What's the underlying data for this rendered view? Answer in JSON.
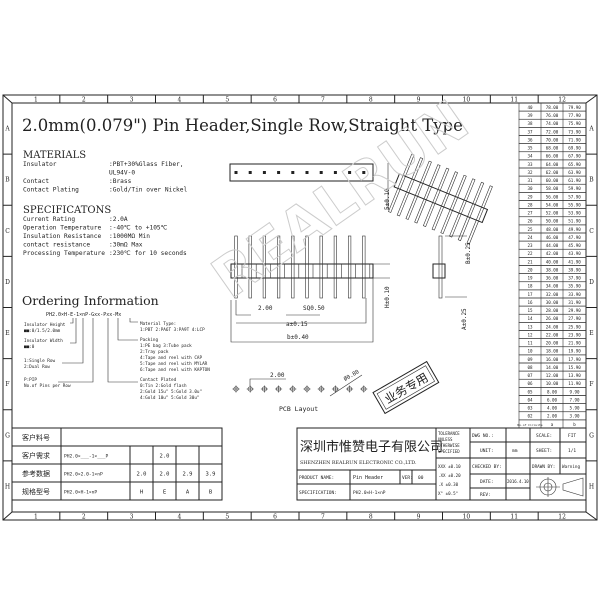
{
  "title": "2.0mm(0.079\") Pin Header,Single Row,Straight Type",
  "columns": [
    "1",
    "2",
    "3",
    "4",
    "5",
    "6",
    "7",
    "8",
    "9",
    "10",
    "11",
    "12"
  ],
  "rows": [
    "A",
    "B",
    "C",
    "D",
    "E",
    "F",
    "G",
    "H"
  ],
  "materials": {
    "heading": "MATERIALS",
    "items": [
      {
        "label": "Insulator",
        "value": ":PBT+30%Glass Fiber,"
      },
      {
        "label": "",
        "value": " UL94V-0"
      },
      {
        "label": "Contact",
        "value": ":Brass"
      },
      {
        "label": "Contact Plating",
        "value": ":Gold/Tin over Nickel"
      }
    ]
  },
  "specifications": {
    "heading": "SPECIFICATONS",
    "items": [
      {
        "label": "Current Rating",
        "value": ":2.0A"
      },
      {
        "label": "Operation Temperature",
        "value": ":-40℃ to +105℃"
      },
      {
        "label": "Insulation Resistance",
        "value": ":1000MΩ Min"
      },
      {
        "label": "contact resistance",
        "value": ":30mΩ Max"
      },
      {
        "label": "Processing Temperature",
        "value": ":230℃ for 10 seconds"
      }
    ]
  },
  "ordering": {
    "heading": "Ordering Information",
    "code": "PH2.0×H-E-1×nP-Gxx-Pxx-Mx",
    "left_notes": [
      "Insulator Height",
      "■■:0/1.5/2.0mm",
      "Insulator Width",
      "■■:0",
      "1:Single Row",
      "2:Dual Row",
      "P:PIP",
      "No.of Pins per Row"
    ],
    "right_notes": [
      "Material Type:",
      "1:PBT 2:PA6T 3:PA9T 4:LCP",
      "Packing",
      "1:PE bag     3:Tube pack",
      "2:Tray pack",
      "4:Tape and reel with CAP",
      "5:Tape and reel with MYLAR",
      "6:Tape and reel with KAPTON",
      "Contact Plated",
      "0:Tin        2:Gold flash",
      "2:Gold 15u\"   5:Gold 3.0u\"",
      "4:Gold 10u\"   5:Gold 30u\""
    ]
  },
  "dimensions": {
    "pitch": "2.00",
    "pin_square": "SQ0.50",
    "a": "a±0.15",
    "b": "b±0.40",
    "top_height": "5±0.10",
    "body_height": "H±0.10",
    "upper_pin": "B±0.25",
    "lower_pin": "A±0.25",
    "pcb_pitch": "2.00",
    "hole": "Ø0.80",
    "pcb_label": "PCB Layout"
  },
  "stamp": "业务专用",
  "watermark": "REALRUN",
  "circuit_table": {
    "headers": [
      "No.of Circuits",
      "a",
      "b"
    ],
    "rows": [
      [
        "40",
        "78.00",
        "79.90"
      ],
      [
        "39",
        "76.00",
        "77.90"
      ],
      [
        "38",
        "74.00",
        "75.90"
      ],
      [
        "37",
        "72.00",
        "73.90"
      ],
      [
        "36",
        "70.00",
        "71.90"
      ],
      [
        "35",
        "68.00",
        "69.90"
      ],
      [
        "34",
        "66.00",
        "67.90"
      ],
      [
        "33",
        "64.00",
        "65.90"
      ],
      [
        "32",
        "62.00",
        "63.90"
      ],
      [
        "31",
        "60.00",
        "61.90"
      ],
      [
        "30",
        "58.00",
        "59.90"
      ],
      [
        "29",
        "56.00",
        "57.90"
      ],
      [
        "28",
        "54.00",
        "55.90"
      ],
      [
        "27",
        "52.00",
        "53.90"
      ],
      [
        "26",
        "50.00",
        "51.90"
      ],
      [
        "25",
        "48.00",
        "49.90"
      ],
      [
        "24",
        "46.00",
        "47.90"
      ],
      [
        "23",
        "44.00",
        "45.90"
      ],
      [
        "22",
        "42.00",
        "43.90"
      ],
      [
        "21",
        "40.00",
        "41.90"
      ],
      [
        "20",
        "38.00",
        "39.90"
      ],
      [
        "19",
        "36.00",
        "37.90"
      ],
      [
        "18",
        "34.00",
        "35.90"
      ],
      [
        "17",
        "32.00",
        "33.90"
      ],
      [
        "16",
        "30.00",
        "31.90"
      ],
      [
        "15",
        "28.00",
        "29.90"
      ],
      [
        "14",
        "26.00",
        "27.90"
      ],
      [
        "13",
        "24.00",
        "25.90"
      ],
      [
        "12",
        "22.00",
        "23.90"
      ],
      [
        "11",
        "20.00",
        "21.90"
      ],
      [
        "10",
        "18.00",
        "19.90"
      ],
      [
        "09",
        "16.00",
        "17.90"
      ],
      [
        "08",
        "14.00",
        "15.90"
      ],
      [
        "07",
        "12.00",
        "13.90"
      ],
      [
        "06",
        "10.00",
        "11.90"
      ],
      [
        "05",
        "8.00",
        "9.90"
      ],
      [
        "04",
        "6.00",
        "7.90"
      ],
      [
        "03",
        "4.00",
        "5.90"
      ],
      [
        "02",
        "2.00",
        "3.90"
      ]
    ]
  },
  "customer_table": {
    "rows": [
      {
        "label": "客户料号",
        "cells": [
          ""
        ]
      },
      {
        "label": "客户需求",
        "cells": [
          "PH2.0×___-1×___P",
          "",
          "2.0",
          "",
          ""
        ]
      },
      {
        "label": "参考数据",
        "cells": [
          "PH2.0×2.0-1×nP",
          "2.0",
          "2.0",
          "2.9",
          "3.9"
        ]
      },
      {
        "label": "规格型号",
        "cells": [
          "PH2.0×H-1×nP",
          "H",
          "E",
          "A",
          "B"
        ]
      }
    ]
  },
  "title_block": {
    "company_cn": "深圳市惟赞电子有限公司",
    "company_en": "SHENZHEN REALRUN ELECTRONIC CO.,LTD.",
    "product_name_label": "PRODUCT NAME:",
    "product_name": "Pin Header",
    "ver_label": "VER:",
    "ver": "00",
    "spec_label": "SPECIFICATION:",
    "spec": "PH2.0×H-1×nP",
    "tolerance_heading": [
      "TOLERANCE",
      "UNLESS",
      "OTHERWISE",
      "SPECIFIED"
    ],
    "tolerances": [
      "XXX ±0.10",
      ".XX  ±0.20",
      ".X   ±0.30",
      "X°   ±0.5°"
    ],
    "dwg_no_label": "DWG NO.:",
    "dwg_no": "",
    "unit_label": "UNIT:",
    "unit": "mm",
    "checked_label": "CHECKED BY:",
    "checked": "",
    "date_label": "DATE:",
    "date": "2016.4.10",
    "rev_label": "REV:",
    "rev": "",
    "scale_label": "SCALE:",
    "scale": "FIT",
    "sheet_label": "SHEET:",
    "sheet": "1/1",
    "drawn_label": "DRAWN BY:",
    "drawn": "Warning"
  }
}
